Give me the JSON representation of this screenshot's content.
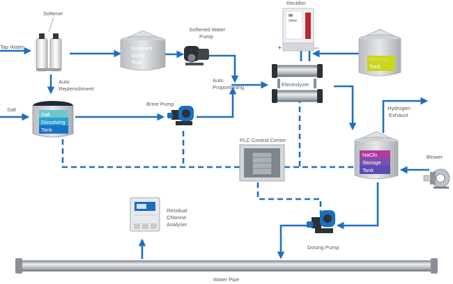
{
  "labels": {
    "softener": "Softener",
    "tap_water": "Tap Water",
    "softened_water_tank": [
      "Softened",
      "Water",
      "Tank"
    ],
    "softened_water_pump": [
      "Softened Water",
      "Pump"
    ],
    "rectifier": "Rectifier",
    "plus": "+",
    "minus": "−",
    "pickling_tank": [
      "Pickling",
      "Tank"
    ],
    "auto_replenishment": [
      "Auto",
      "Replenishment"
    ],
    "auto_proportioning": [
      "Auto",
      "Proportioning"
    ],
    "electrolyzer": "Electrolyzer",
    "salt": "Salt",
    "salt_dissolving_tank": [
      "Salt",
      "Dissolving",
      "Tank"
    ],
    "brine_pump": "Brine Pump",
    "hydrogen_exhaust": [
      "Hydrogen",
      "Exhaust"
    ],
    "plc_control_center": "PLC Control Center",
    "naclo_storage_tank": [
      "NaClo",
      "Storage",
      "Tank"
    ],
    "blower": "Blower",
    "residual_chlorine_analyser": [
      "Residual",
      "Chlorine",
      "Analyser"
    ],
    "dosing_pump": "Dosing Pump",
    "water_pipe": "Water Pipe"
  },
  "colors": {
    "pipe": "#1e6fbf",
    "salt_band_1": "#6cc7cf",
    "salt_band_2": "#2a9fd0",
    "salt_band_3": "#1a73c2",
    "pickling_band": "#c9d61c",
    "naclo_band_1": "#b23aa0",
    "naclo_band_2": "#7a4fb0",
    "naclo_band_3": "#5b4bb3"
  },
  "icons": [
    "softener-icon",
    "tank-icon",
    "pump-icon",
    "rectifier-icon",
    "electrolyzer-icon",
    "plc-icon",
    "blower-icon",
    "analyser-icon",
    "water-pipe-icon"
  ]
}
